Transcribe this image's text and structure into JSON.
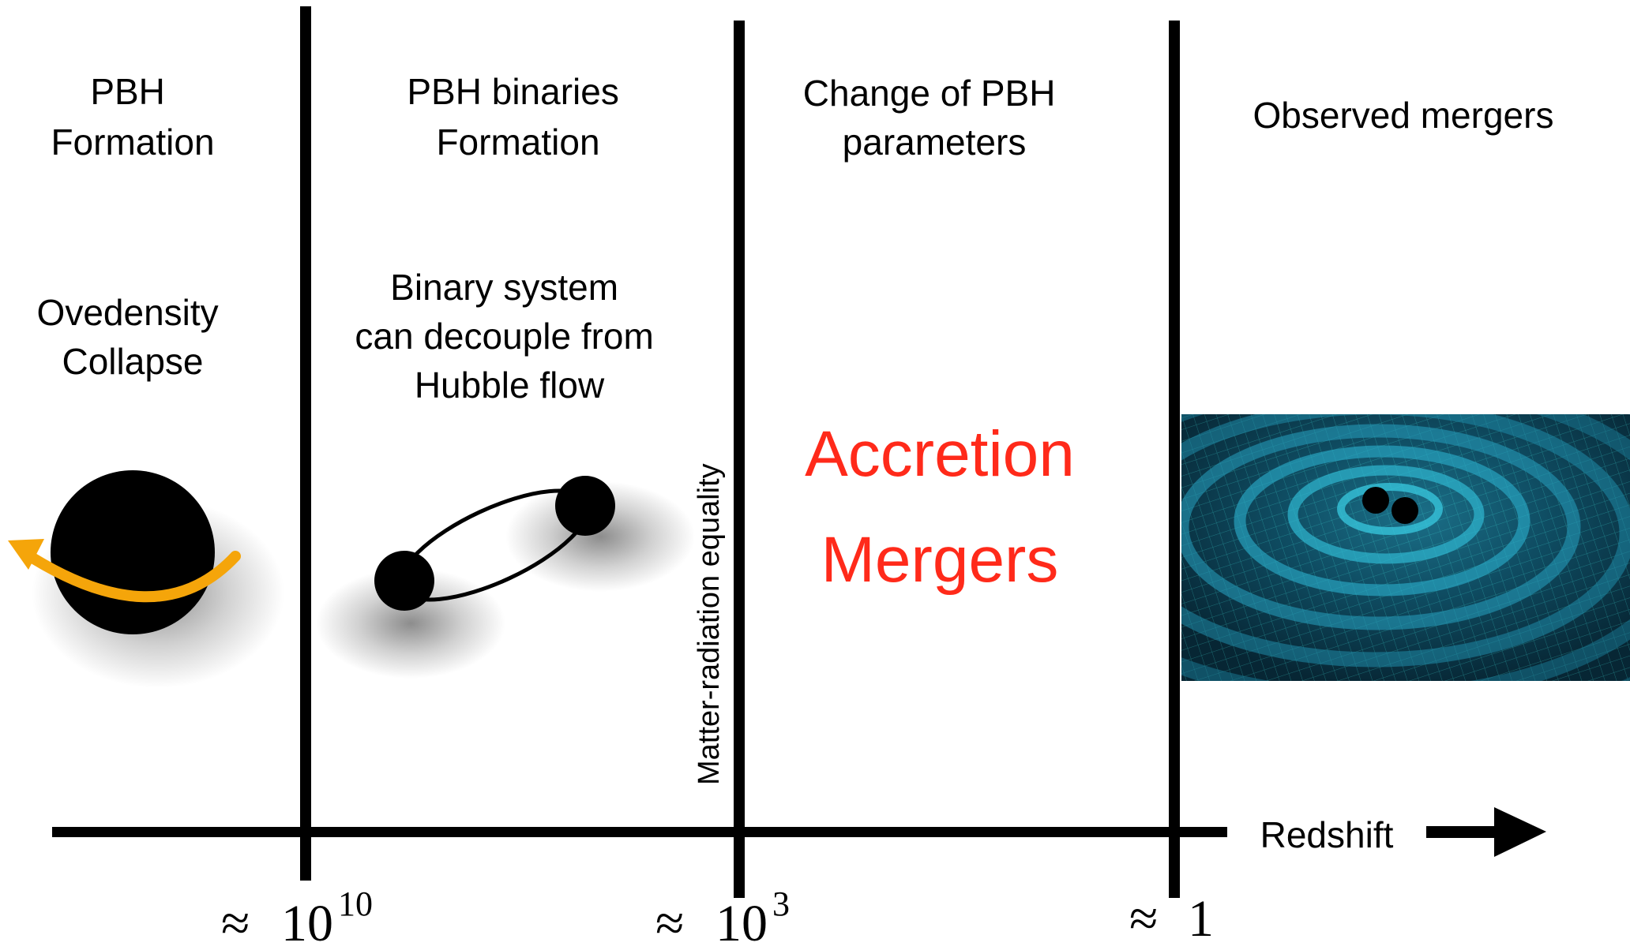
{
  "columns": [
    {
      "title_lines": [
        "PBH",
        "Formation"
      ],
      "desc_lines": [
        "Ovedensity",
        "Collapse"
      ]
    },
    {
      "title_lines": [
        "PBH binaries",
        "Formation"
      ],
      "desc_lines": [
        "Binary system",
        "can decouple from",
        "Hubble flow"
      ]
    },
    {
      "title_lines": [
        "Change of PBH",
        "parameters"
      ],
      "desc_lines": []
    },
    {
      "title_lines": [
        "Observed mergers"
      ],
      "desc_lines": []
    }
  ],
  "vertical_label": "Matter-radiation equality",
  "processes": [
    "Accretion",
    "Mergers"
  ],
  "axis_label": "Redshift",
  "ticks": [
    {
      "approx": "≈",
      "base": "10",
      "exp": "10"
    },
    {
      "approx": "≈",
      "base": "10",
      "exp": "3"
    },
    {
      "approx": "≈",
      "base": "1",
      "exp": ""
    }
  ],
  "colors": {
    "lines": "#000000",
    "process_text": "#ff2a1a",
    "arrow_orange": "#f5a50a",
    "gw_background": "#0c3a4e",
    "gw_grid": "#35d4e6"
  }
}
